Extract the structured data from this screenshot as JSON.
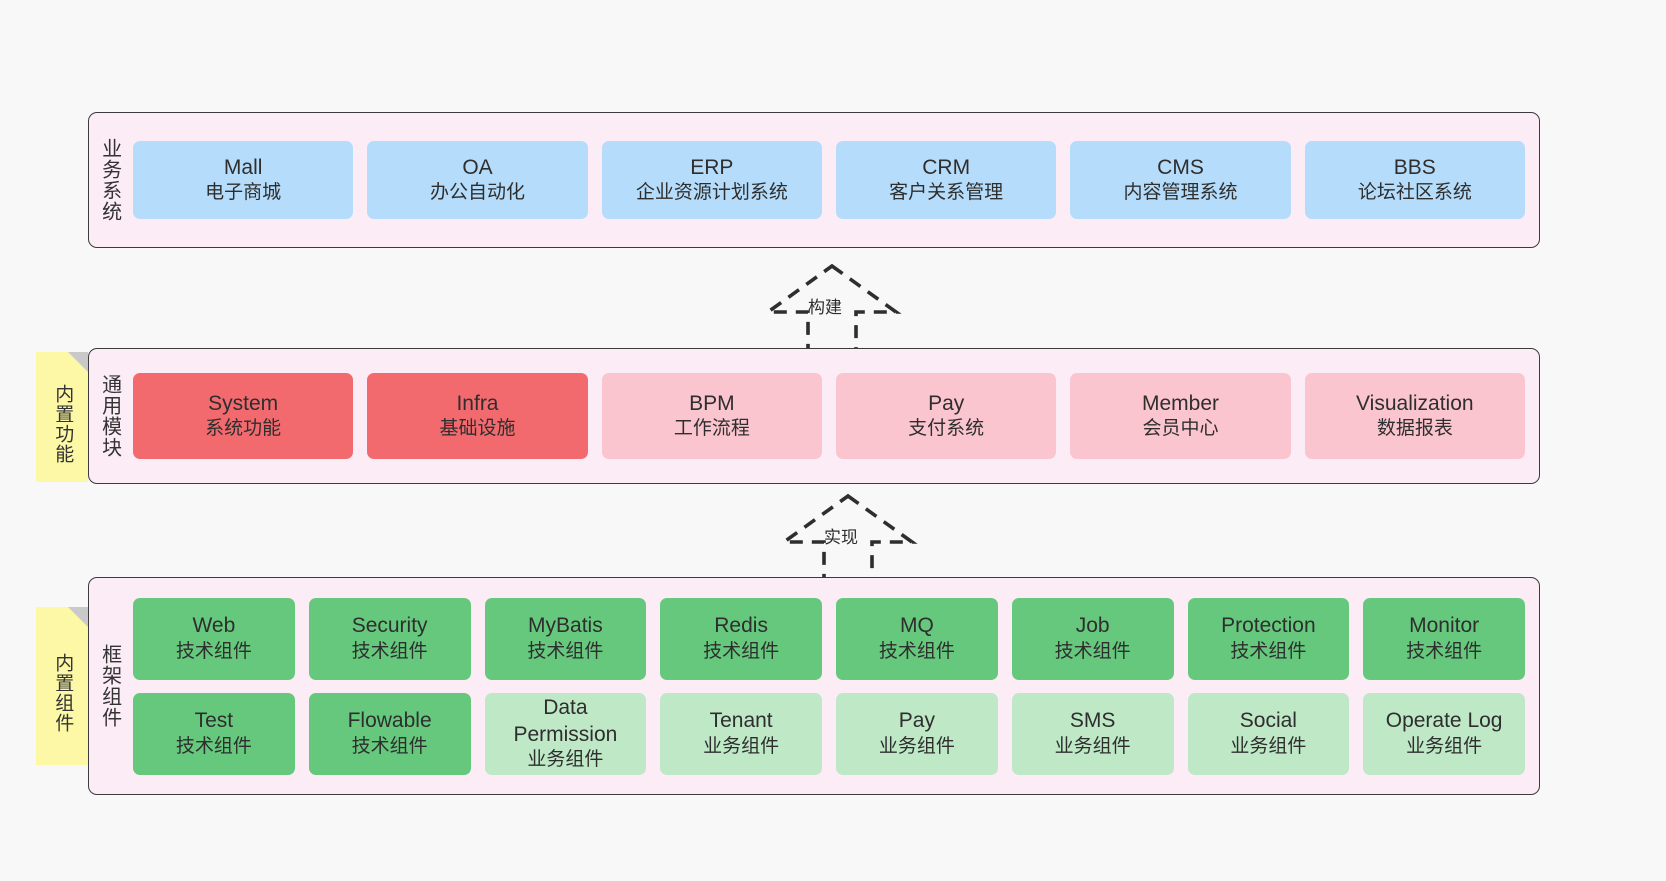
{
  "diagram": {
    "title": "ruoyi-vue-pro architecture layers",
    "background": "#f8f8f8"
  },
  "colors": {
    "layer_bg": "#fbecf6",
    "layer_border": "#3b3b3b",
    "business_card": "#b5ddfb",
    "module_core": "#f36a6e",
    "module_other": "#fbc5cf",
    "tech_component": "#66c87d",
    "biz_component": "#bfe8c7",
    "sticky_note": "#fcf8a6",
    "sticky_fold": "#c9c9c9"
  },
  "layers": [
    {
      "id": "business-system",
      "label": "业务系统",
      "cards": [
        {
          "name": "Mall",
          "desc": "电子商城"
        },
        {
          "name": "OA",
          "desc": "办公自动化"
        },
        {
          "name": "ERP",
          "desc": "企业资源计划系统"
        },
        {
          "name": "CRM",
          "desc": "客户关系管理"
        },
        {
          "name": "CMS",
          "desc": "内容管理系统"
        },
        {
          "name": "BBS",
          "desc": "论坛社区系统"
        }
      ]
    },
    {
      "id": "common-module",
      "label": "通用模块",
      "sticky": "内置功能",
      "cards": [
        {
          "name": "System",
          "desc": "系统功能",
          "style": "core"
        },
        {
          "name": "Infra",
          "desc": "基础设施",
          "style": "core"
        },
        {
          "name": "BPM",
          "desc": "工作流程",
          "style": "other"
        },
        {
          "name": "Pay",
          "desc": "支付系统",
          "style": "other"
        },
        {
          "name": "Member",
          "desc": "会员中心",
          "style": "other"
        },
        {
          "name": "Visualization",
          "desc": "数据报表",
          "style": "other"
        }
      ]
    },
    {
      "id": "framework-component",
      "label": "框架组件",
      "sticky": "内置组件",
      "rows": [
        [
          {
            "name": "Web",
            "desc": "技术组件",
            "style": "tech"
          },
          {
            "name": "Security",
            "desc": "技术组件",
            "style": "tech"
          },
          {
            "name": "MyBatis",
            "desc": "技术组件",
            "style": "tech"
          },
          {
            "name": "Redis",
            "desc": "技术组件",
            "style": "tech"
          },
          {
            "name": "MQ",
            "desc": "技术组件",
            "style": "tech"
          },
          {
            "name": "Job",
            "desc": "技术组件",
            "style": "tech"
          },
          {
            "name": "Protection",
            "desc": "技术组件",
            "style": "tech"
          },
          {
            "name": "Monitor",
            "desc": "技术组件",
            "style": "tech"
          }
        ],
        [
          {
            "name": "Test",
            "desc": "技术组件",
            "style": "tech"
          },
          {
            "name": "Flowable",
            "desc": "技术组件",
            "style": "tech"
          },
          {
            "name": "Data Permission",
            "desc": "业务组件",
            "style": "biz"
          },
          {
            "name": "Tenant",
            "desc": "业务组件",
            "style": "biz"
          },
          {
            "name": "Pay",
            "desc": "业务组件",
            "style": "biz"
          },
          {
            "name": "SMS",
            "desc": "业务组件",
            "style": "biz"
          },
          {
            "name": "Social",
            "desc": "业务组件",
            "style": "biz"
          },
          {
            "name": "Operate Log",
            "desc": "业务组件",
            "style": "biz"
          }
        ]
      ]
    }
  ],
  "connectors": [
    {
      "id": "build",
      "label": "构建",
      "from": "common-module",
      "to": "business-system"
    },
    {
      "id": "implement",
      "label": "实现",
      "from": "framework-component",
      "to": "common-module"
    }
  ]
}
